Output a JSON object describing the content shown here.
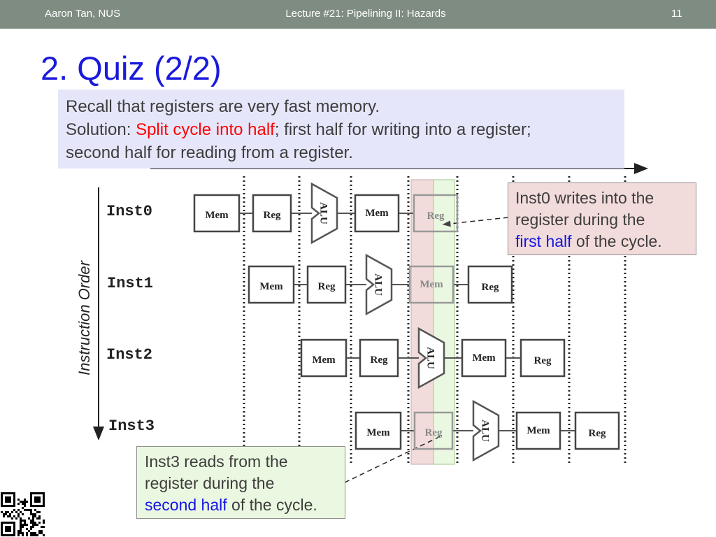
{
  "header": {
    "author": "Aaron Tan, NUS",
    "lecture": "Lecture #21: Pipelining II: Hazards",
    "page": "11"
  },
  "title": "2. Quiz (2/2)",
  "note": {
    "line1": "Recall that registers are very fast memory.",
    "line2_prefix": "Solution: ",
    "line2_highlight": "Split cycle into half",
    "line2_suffix": "; first half for writing into a register;",
    "line3": "second half for reading from a register."
  },
  "axis_label": "Instruction Order",
  "instructions": [
    {
      "name": "Inst0",
      "stages": [
        "Mem",
        "Reg",
        "ALU",
        "Mem",
        "Reg"
      ]
    },
    {
      "name": "Inst1",
      "stages": [
        "Mem",
        "Reg",
        "ALU",
        "Mem",
        "Reg"
      ]
    },
    {
      "name": "Inst2",
      "stages": [
        "Mem",
        "Reg",
        "ALU",
        "Mem",
        "Reg"
      ]
    },
    {
      "name": "Inst3",
      "stages": [
        "Mem",
        "Reg",
        "ALU",
        "Mem",
        "Reg"
      ]
    }
  ],
  "callout_top": {
    "line1": "Inst0 writes into the",
    "line2": "register during the",
    "line3_highlight": "first half",
    "line3_suffix": " of the cycle."
  },
  "callout_bottom": {
    "line1": "Inst3 reads from the",
    "line2": "register during the",
    "line3_highlight": "second half",
    "line3_suffix": " of the cycle."
  },
  "colors": {
    "header_bg": "#7f8c82",
    "title": "#1a1adc",
    "note_bg": "#e6e6fb",
    "highlight_red": "#ff0000",
    "highlight_blue": "#1414e6",
    "write_half": "#f2dcdb",
    "read_half": "#ebf8e1"
  },
  "icons": {
    "qr": "qr-code-icon"
  }
}
